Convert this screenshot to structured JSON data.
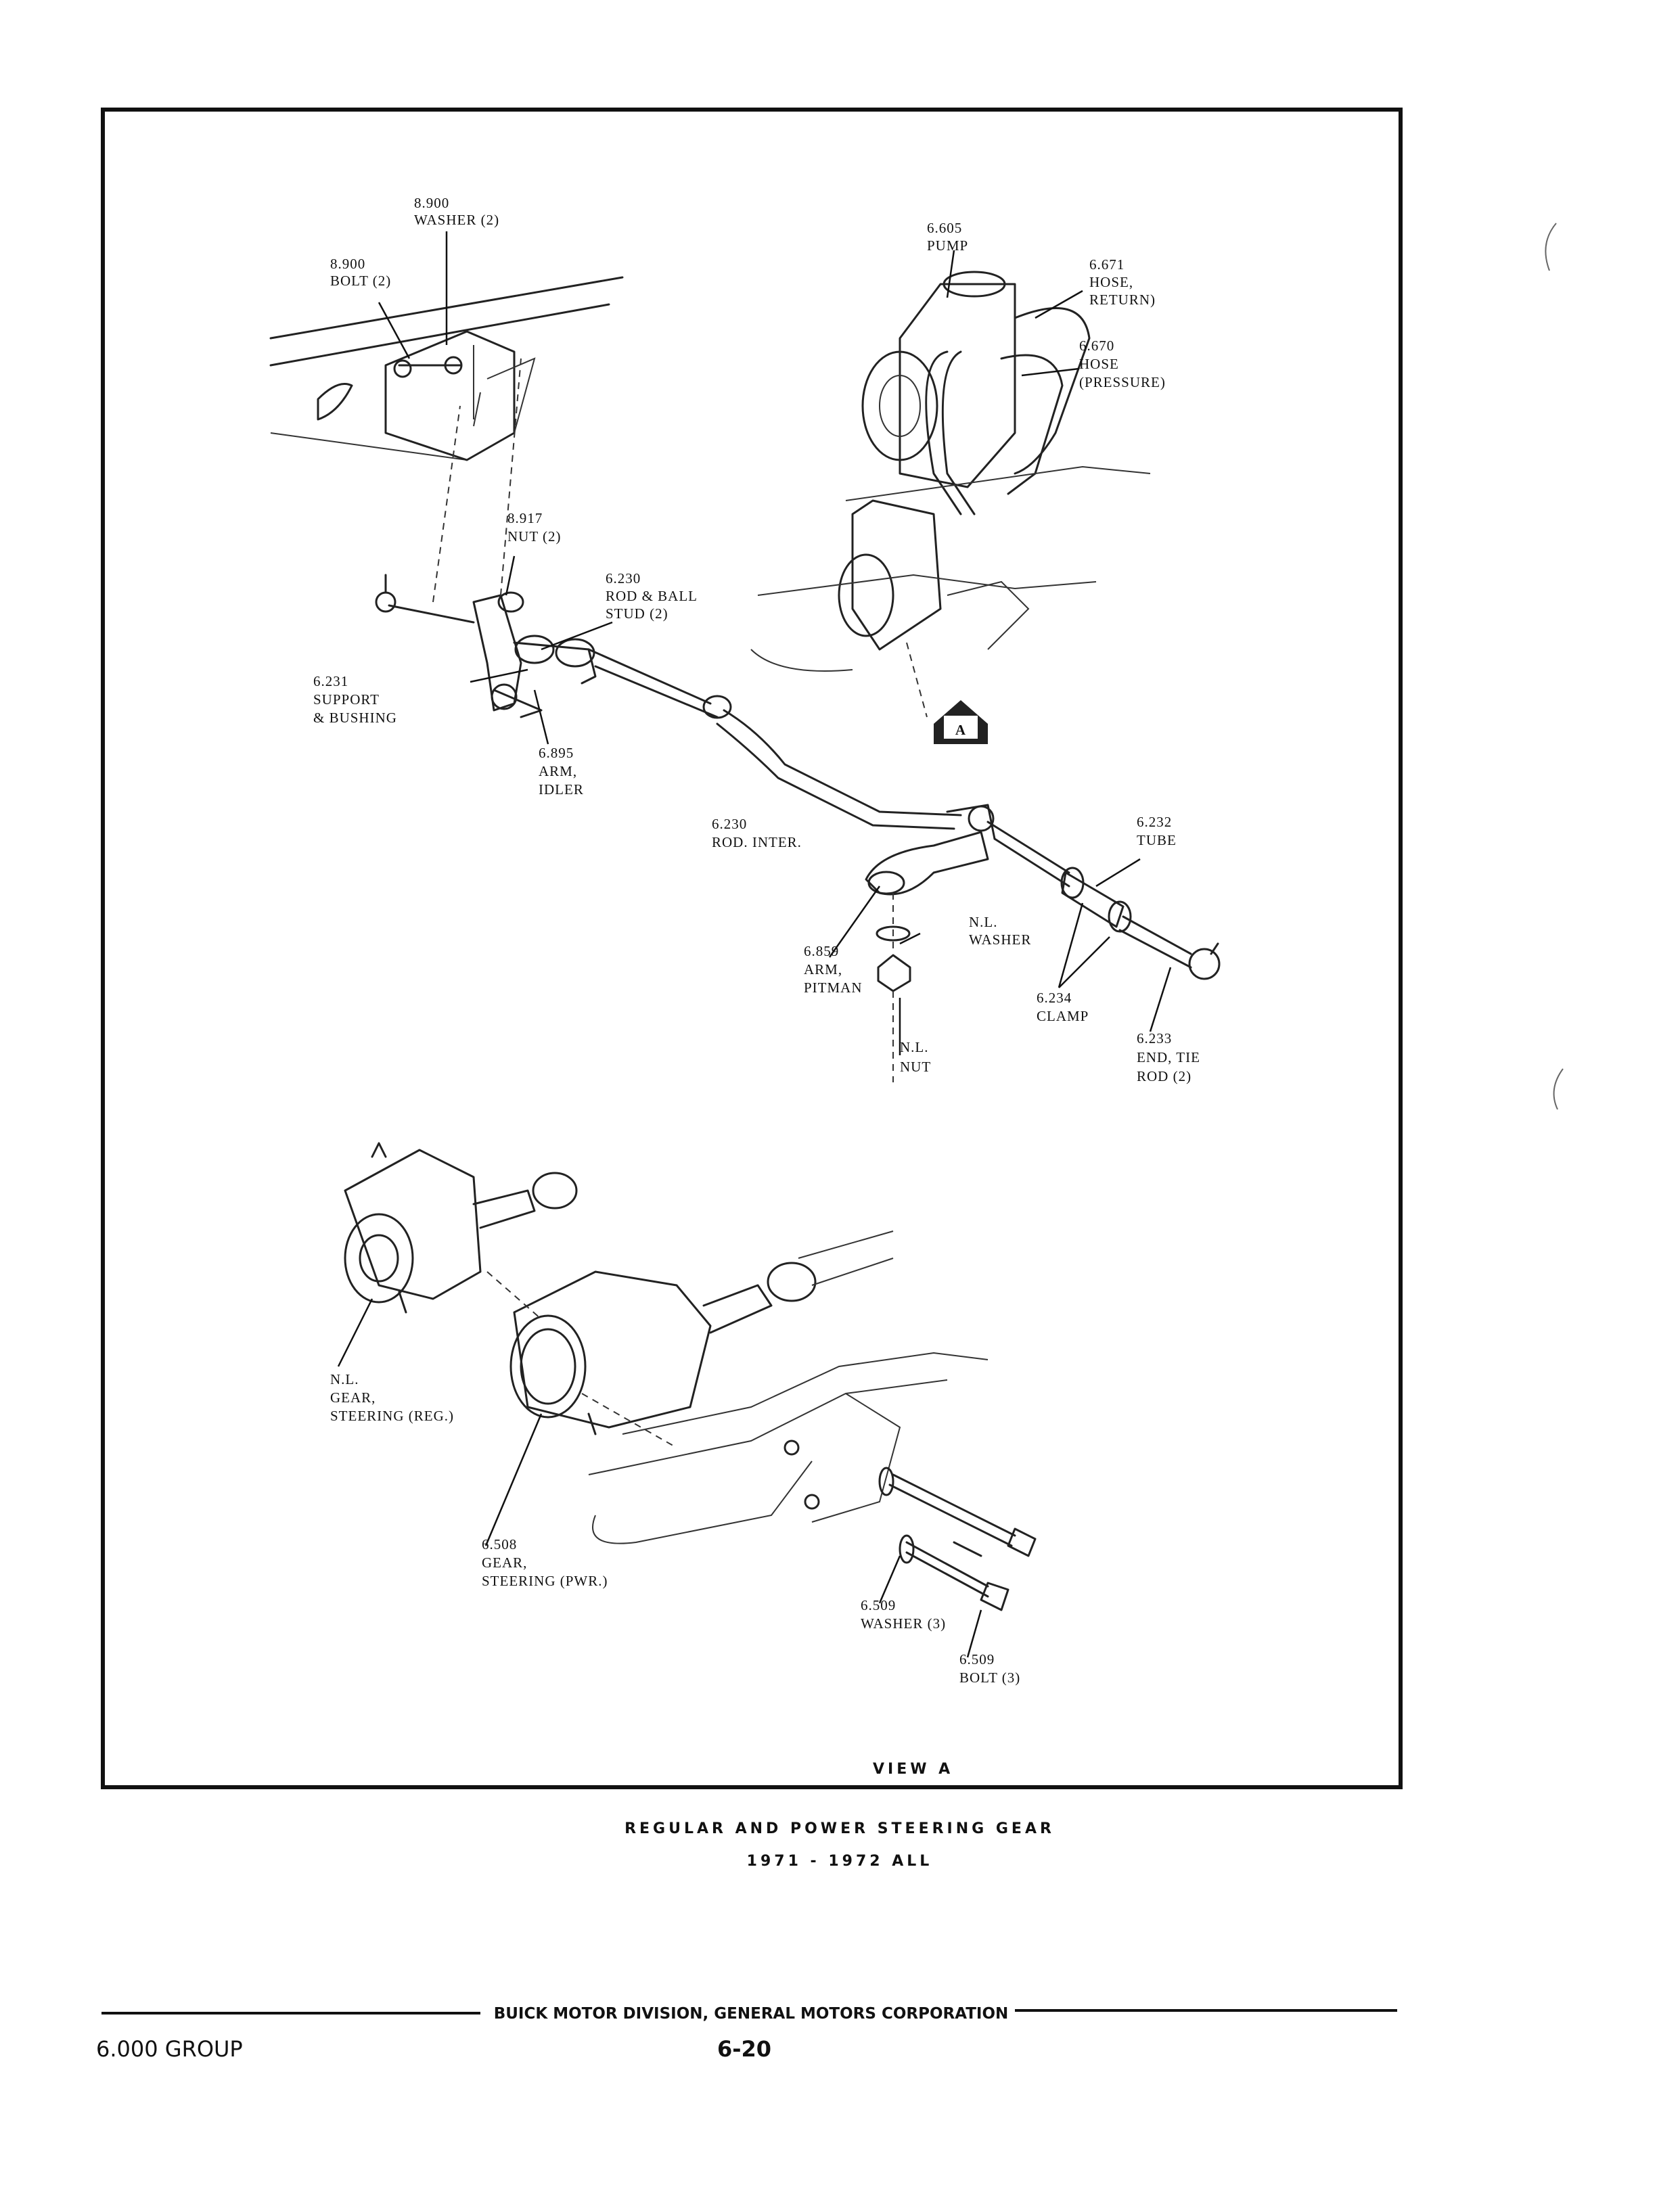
{
  "labels": {
    "washer_8900_num": "8.900",
    "washer_8900_name": "WASHER (2)",
    "bolt_8900_num": "8.900",
    "bolt_8900_name": "BOLT (2)",
    "pump_num": "6.605",
    "pump_name": "PUMP",
    "hose_return_num": "6.671",
    "hose_return_l1": "HOSE,",
    "hose_return_l2": "RETURN)",
    "hose_press_num": "6.670",
    "hose_press_l1": "HOSE",
    "hose_press_l2": "(PRESSURE)",
    "nut_8917_num": "8.917",
    "nut_8917_name": "NUT (2)",
    "rod_ball_num": "6.230",
    "rod_ball_l1": "ROD & BALL",
    "rod_ball_l2": "STUD (2)",
    "support_num": "6.231",
    "support_l1": "SUPPORT",
    "support_l2": "& BUSHING",
    "arm_idler_num": "6.895",
    "arm_idler_l1": "ARM,",
    "arm_idler_l2": "IDLER",
    "rod_inter_num": "6.230",
    "rod_inter_name": "ROD. INTER.",
    "tube_num": "6.232",
    "tube_name": "TUBE",
    "nl_washer_l1": "N.L.",
    "nl_washer_l2": "WASHER",
    "arm_pitman_num": "6.859",
    "arm_pitman_l1": "ARM,",
    "arm_pitman_l2": "PITMAN",
    "clamp_num": "6.234",
    "clamp_name": "CLAMP",
    "nl_nut_l1": "N.L.",
    "nl_nut_l2": "NUT",
    "end_tie_num": "6.233",
    "end_tie_l1": "END, TIE",
    "end_tie_l2": "ROD (2)",
    "gear_reg_l1": "N.L.",
    "gear_reg_l2": "GEAR,",
    "gear_reg_l3": "STEERING (REG.)",
    "gear_pwr_num": "6.508",
    "gear_pwr_l1": "GEAR,",
    "gear_pwr_l2": "STEERING (PWR.)",
    "washer_6509_num": "6.509",
    "washer_6509_name": "WASHER (3)",
    "bolt_6509_num": "6.509",
    "bolt_6509_name": "BOLT (3)",
    "view_a_badge": "A"
  },
  "view_label": "VIEW A",
  "caption": {
    "title": "REGULAR AND POWER STEERING GEAR",
    "years": "1971 - 1972 ALL"
  },
  "footer": {
    "division": "BUICK MOTOR DIVISION, GENERAL MOTORS CORPORATION",
    "group": "6.000 GROUP",
    "page": "6-20"
  }
}
